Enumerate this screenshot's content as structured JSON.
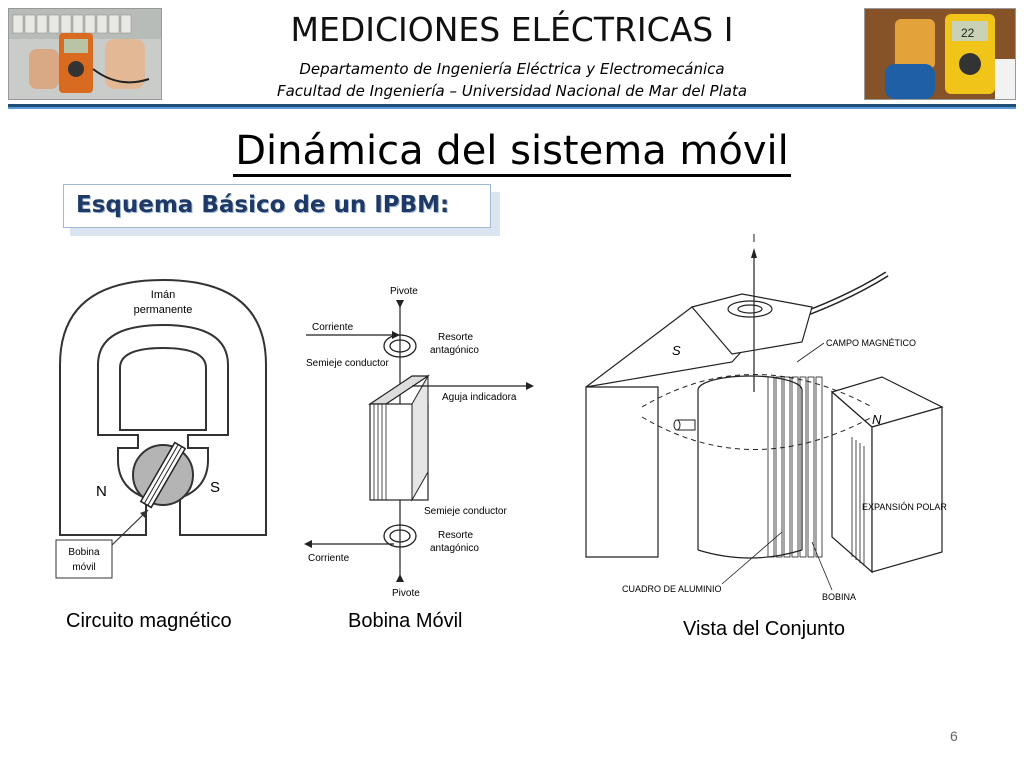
{
  "header": {
    "course_title": "MEDICIONES ELÉCTRICAS I",
    "department": "Departamento de Ingeniería Eléctrica y Electromecánica",
    "faculty": "Facultad de Ingeniería – Universidad Nacional de Mar del Plata"
  },
  "slide": {
    "title": "Dinámica del sistema móvil",
    "box_label": "Esquema Básico de un IPBM:",
    "page_number": "6"
  },
  "figures": {
    "magnetic": {
      "caption": "Circuito magnético",
      "magnet_label_1": "Imán",
      "magnet_label_2": "permanente",
      "north": "N",
      "south": "S",
      "coil_label_1": "Bobina",
      "coil_label_2": "móvil"
    },
    "coil": {
      "caption": "Bobina Móvil",
      "pivot_top": "Pivote",
      "pivot_bottom": "Pivote",
      "current_in": "Corriente",
      "current_out": "Corriente",
      "spring_top_1": "Resorte",
      "spring_top_2": "antagónico",
      "spring_bottom_1": "Resorte",
      "spring_bottom_2": "antagónico",
      "half_axis_top": "Semieje conductor",
      "half_axis_bottom": "Semieje conductor",
      "needle": "Aguja indicadora"
    },
    "assembly": {
      "caption": "Vista del Conjunto",
      "field": "CAMPO MAGNÉTICO",
      "pole_expansion": "EXPANSIÓN POLAR",
      "frame": "CUADRO DE ALUMINIO",
      "coil": "BOBINA",
      "south": "S",
      "north": "N"
    }
  },
  "colors": {
    "header_rule": "#1f4e79",
    "box_text": "#1f3864"
  }
}
